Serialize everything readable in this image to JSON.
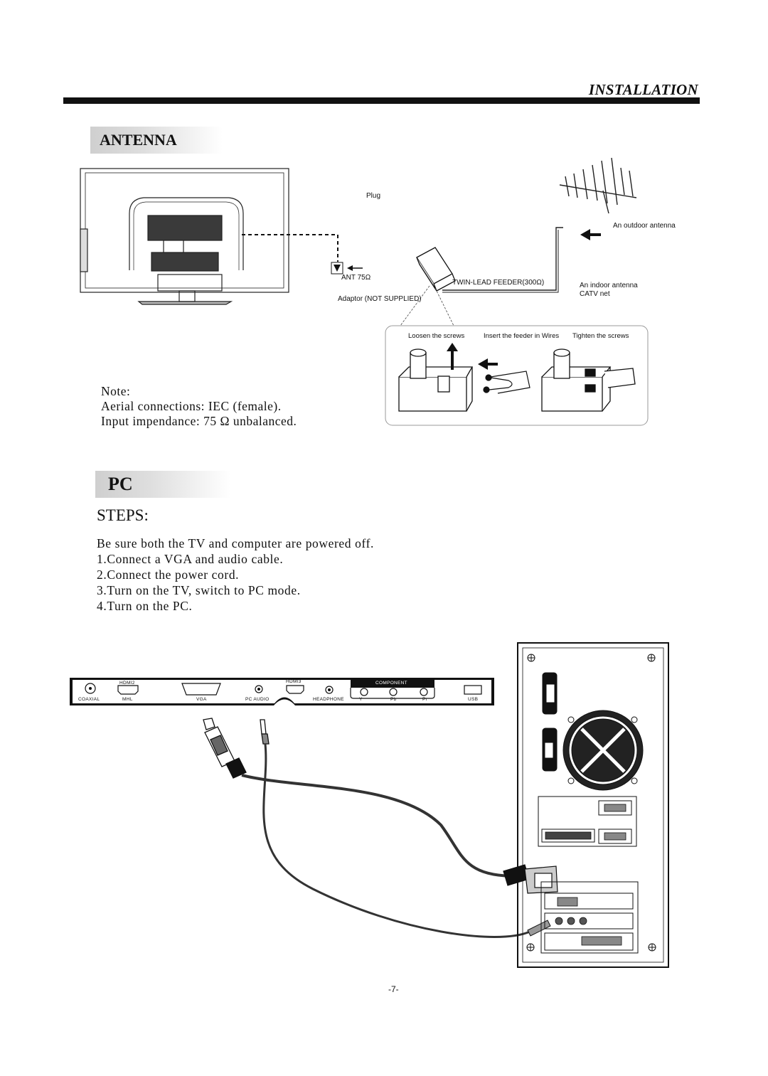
{
  "header": {
    "title": "INSTALLATION"
  },
  "antenna": {
    "heading": "ANTENNA",
    "labels": {
      "plug": "Plug",
      "outdoor": "An outdoor antenna",
      "ant": "ANT 75Ω",
      "feeder": "TWIN-LEAD FEEDER(300Ω)",
      "indoor1": "An indoor antenna",
      "indoor2": "CATV net",
      "adaptor": "Adaptor  (NOT SUPPLIED)",
      "loosen": "Loosen the screws",
      "insert": "Insert the feeder in Wires",
      "tighten": "Tighten the screws"
    },
    "note": {
      "title": "Note:",
      "line1": "Aerial connections: IEC (female).",
      "line2": "Input impendance: 75 Ω unbalanced."
    }
  },
  "pc": {
    "heading": "PC",
    "steps_title": "STEPS:",
    "steps": [
      "Be sure both the TV and computer are powered off.",
      "1.Connect a VGA and audio cable.",
      "2.Connect the power cord.",
      "3.Turn on the TV, switch  to PC mode.",
      "4.Turn on the PC."
    ],
    "panel": {
      "top_labels": {
        "hdmi2": "HDMI2",
        "hdmi3": "HDMI3",
        "component": "COMPONENT"
      },
      "bottom_labels": {
        "coaxial": "COAXIAL",
        "mhl": "MHL",
        "vga": "VGA",
        "pc_audio": "PC AUDIO",
        "headphone": "HEADPHONE",
        "y": "Y",
        "pb": "Pb",
        "pr": "Pr",
        "usb": "USB"
      }
    }
  },
  "footer": {
    "page_number": "-7-"
  }
}
